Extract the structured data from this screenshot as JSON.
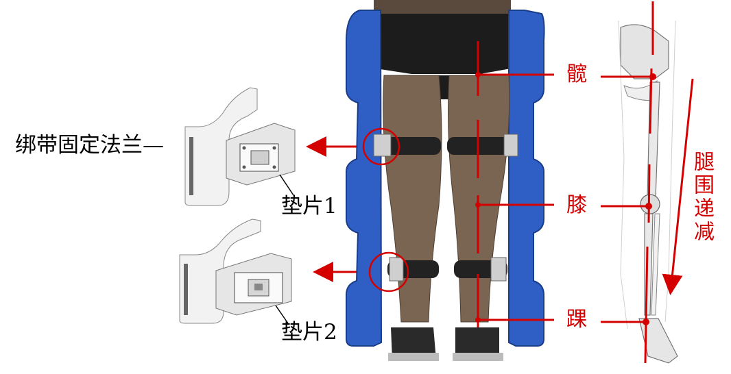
{
  "labels": {
    "flange": "绑带固定法兰—",
    "pad1": "垫片1",
    "pad2": "垫片2",
    "hip": "髋",
    "knee": "膝",
    "ankle": "踝",
    "leg_girth": "腿围递减"
  },
  "colors": {
    "accent_red": "#d40000",
    "frame_blue": "#2f5fc4",
    "skin": "#7a6452",
    "strap": "#222222"
  }
}
